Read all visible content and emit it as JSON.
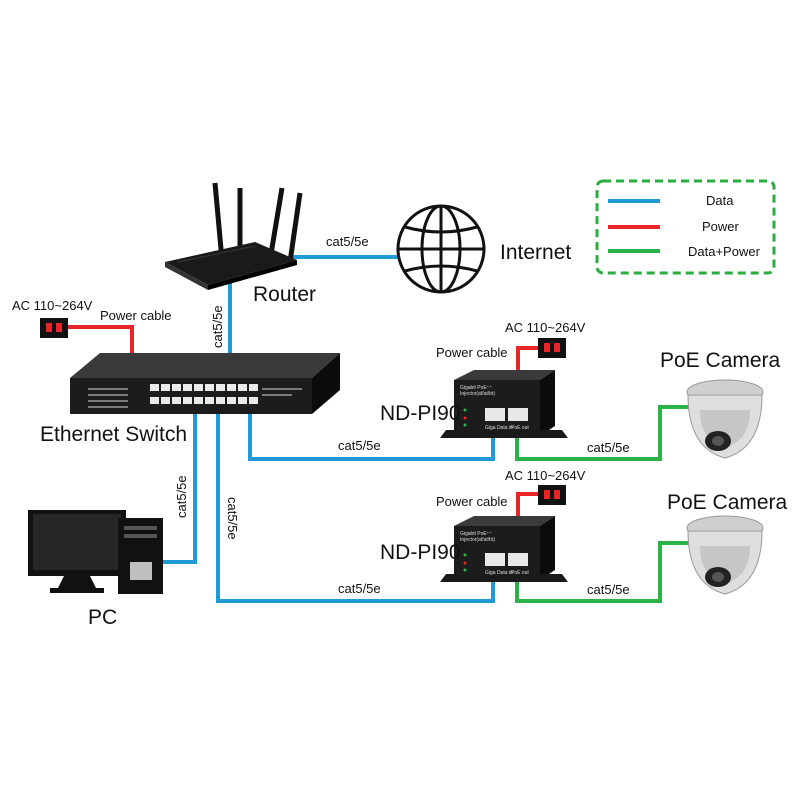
{
  "colors": {
    "data": "#1f9ad6",
    "power": "#e8262a",
    "data_power": "#2bb34a",
    "legend_border": "#27ae3c"
  },
  "legend": {
    "data_label": "Data",
    "power_label": "Power",
    "data_power_label": "Data+Power"
  },
  "devices": {
    "router": "Router",
    "internet": "Internet",
    "switch": "Ethernet Switch",
    "pc": "PC",
    "injector_1": "ND-PI90",
    "injector_2": "ND-PI90",
    "camera_1": "PoE Camera",
    "camera_2": "PoE Camera",
    "injector_face_title": "Gigabit PoE⁺⁺",
    "injector_face_sub": "Injector(af/at/bt)",
    "injector_port_in": "Giga Data in",
    "injector_port_out": "PoE out"
  },
  "power": {
    "switch_ac": "AC 110~264V",
    "switch_cable": "Power cable",
    "injector_1_ac": "AC 110~264V",
    "injector_1_cable": "Power cable",
    "injector_2_ac": "AC 110~264V",
    "injector_2_cable": "Power cable"
  },
  "cables": {
    "router_internet": "cat5/5e",
    "router_switch": "cat5/5e",
    "switch_pc": "cat5/5e",
    "switch_injector2_vertical": "cat5/5e",
    "switch_injector1": "cat5/5e",
    "injector1_camera": "cat5/5e",
    "switch_injector2": "cat5/5e",
    "injector2_camera": "cat5/5e"
  },
  "icons": [
    "globe-icon",
    "router-icon",
    "switch-icon",
    "pc-icon",
    "injector-icon",
    "camera-icon",
    "power-socket-icon"
  ]
}
